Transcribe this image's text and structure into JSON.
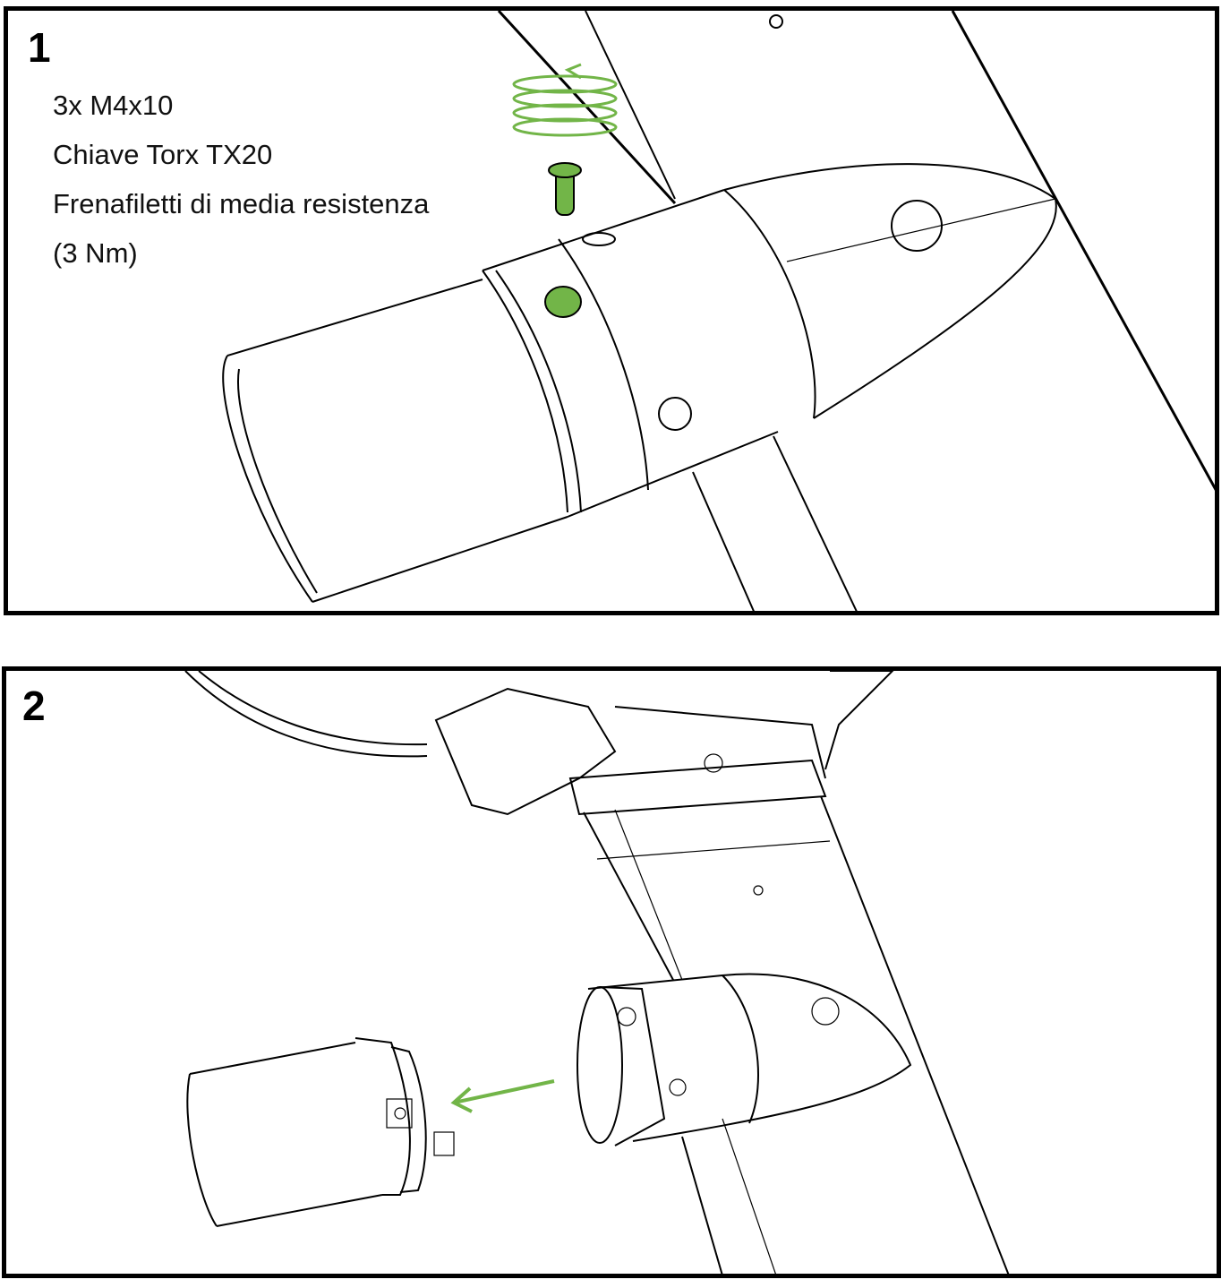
{
  "steps": [
    {
      "number": "1",
      "instructions": [
        "3x M4x10",
        "Chiave Torx TX20",
        "Frenafiletti di media resistenza",
        "(3 Nm)"
      ]
    },
    {
      "number": "2"
    }
  ],
  "colors": {
    "accent_green": "#72b548",
    "line": "#000000",
    "border": "#000000"
  }
}
